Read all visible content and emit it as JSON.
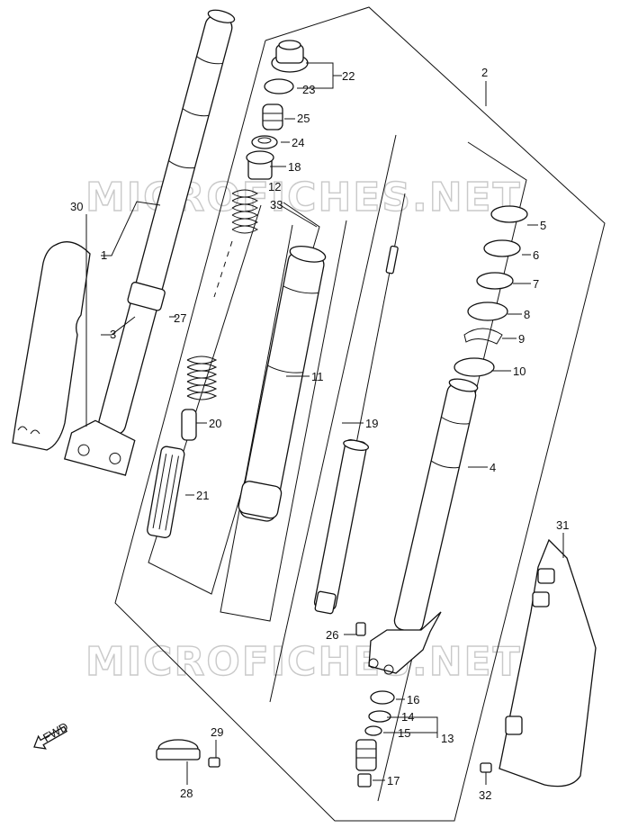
{
  "watermark": "MICROFICHES.NET",
  "fwd_label": "FWD",
  "callouts": [
    "1",
    "2",
    "3",
    "4",
    "5",
    "6",
    "7",
    "8",
    "9",
    "10",
    "11",
    "12",
    "13",
    "14",
    "15",
    "16",
    "17",
    "18",
    "19",
    "20",
    "21",
    "22",
    "23",
    "24",
    "25",
    "26",
    "27",
    "28",
    "29",
    "30",
    "31",
    "32",
    "33"
  ]
}
